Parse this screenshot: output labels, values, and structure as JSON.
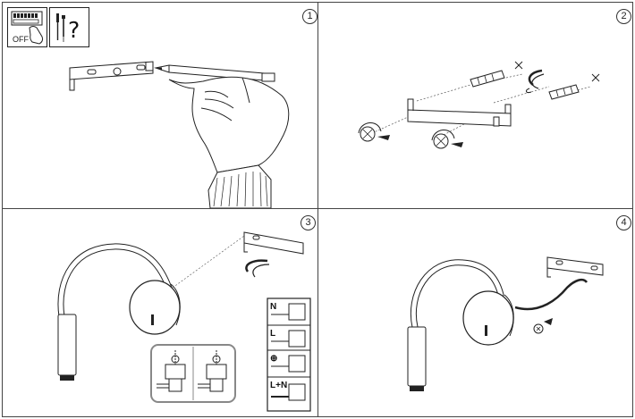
{
  "steps": [
    {
      "number": "1"
    },
    {
      "number": "2"
    },
    {
      "number": "3"
    },
    {
      "number": "4"
    }
  ],
  "warning_icons": {
    "switch_off_label": "OFF",
    "question_mark": "?"
  },
  "wiring_labels": {
    "neutral": "N",
    "live": "L",
    "earth": "⊕",
    "live_neutral": "L+N"
  }
}
